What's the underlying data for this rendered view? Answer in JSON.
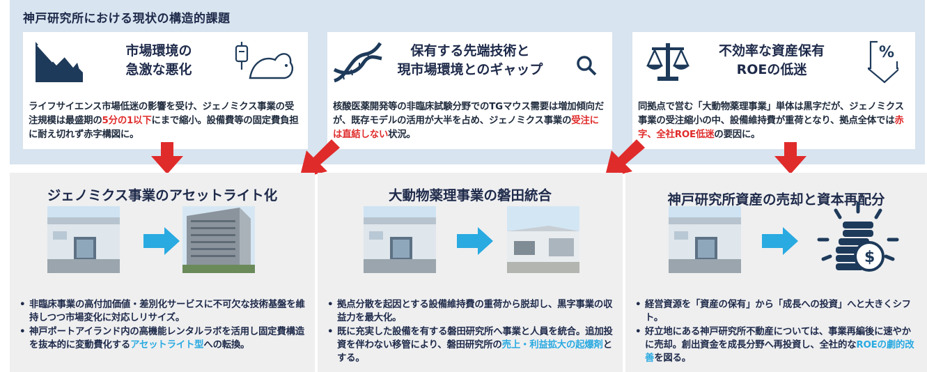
{
  "header": {
    "title": "神戸研究所における現状の構造的課題"
  },
  "issues": [
    {
      "title_line1": "市場環境の",
      "title_line2": "急激な悪化",
      "body_pre": "ライフサイエンス市場低迷の影響を受け、ジェノミクス事業の受注規模は最盛期の",
      "body_highlight": "5分の1以下",
      "body_post": "にまで縮小。設備費等の固定費負担に耐え切れず赤字構図に。",
      "icons": [
        "declining-chart-icon",
        "iv-bag-mouse-icon"
      ]
    },
    {
      "title_line1": "保有する先端技術と",
      "title_line2": "現市場環境とのギャップ",
      "body_pre": "核酸医薬開発等の非臨床試験分野でのTGマウス需要は増加傾向だが、既存モデルの活用が大半を占め、ジェノミクス事業の",
      "body_highlight": "受注には直結しない",
      "body_post": "状況。",
      "icons": [
        "dna-icon",
        "magnifier-icon"
      ]
    },
    {
      "title_line1": "不効率な資産保有",
      "title_line2": "ROEの低迷",
      "body_pre": "同拠点で営む「大動物薬理事業」単体は黒字だが、ジェノミクス事業の受注縮小の中、設備維持費が重荷となり、拠点全体では",
      "body_highlight": "赤字、全社ROE低迷",
      "body_post": "の要因に。",
      "icons": [
        "scale-icon",
        "percent-down-icon"
      ]
    }
  ],
  "solutions": [
    {
      "title": "ジェノミクス事業のアセットライト化",
      "bullet1": "非臨床事業の高付加価値・差別化サービスに不可欠な技術基盤を維持しつつ市場変化に対応しリサイズ。",
      "bullet2_pre": "神戸ポートアイランド内の高機能レンタルラボを活用し固定費構造を抜本的に変動費化する",
      "bullet2_highlight": "アセットライト型",
      "bullet2_post": "への転換。"
    },
    {
      "title": "大動物薬理事業の磐田統合",
      "bullet1": "拠点分散を起因とする設備維持費の重荷から脱却し、黒字事業の収益力を最大化。",
      "bullet2_pre": "既に充実した設備を有する磐田研究所へ事業と人員を統合。追加投資を伴わない移管により、磐田研究所の",
      "bullet2_highlight": "売上・利益拡大の起爆剤",
      "bullet2_post": "とする。"
    },
    {
      "title": "神戸研究所資産の売却と資本再配分",
      "bullet1": "経営資源を「資産の保有」から「成長への投資」へと大きくシフト。",
      "bullet2_pre": "好立地にある神戸研究所不動産については、事業再編後に速やかに売却。創出資金を成長分野へ再投資し、全社的な",
      "bullet2_highlight": "ROEの劇的改善",
      "bullet2_post": "を図る。"
    }
  ],
  "colors": {
    "navy": "#1e3a5a",
    "accent_blue": "#29aae1",
    "alert_red": "#e02b2b",
    "band": "#d8e4ef",
    "panel": "#efeff0"
  }
}
